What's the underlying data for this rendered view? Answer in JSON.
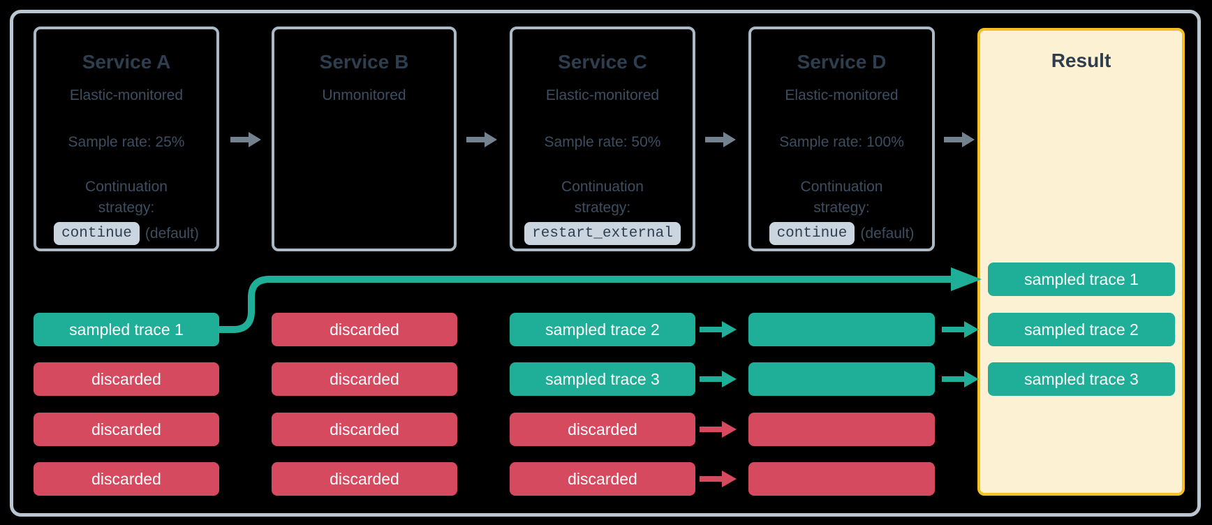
{
  "colors": {
    "background": "#000000",
    "frame_border": "#bac6d2",
    "box_border": "#abb9c7",
    "heading_text": "#2e3e4f",
    "body_text": "#3d4e60",
    "badge_bg": "#cbd5e0",
    "badge_text": "#2e3e4f",
    "result_bg": "#fcf1d3",
    "result_border": "#f3c125",
    "sampled": "#1fae97",
    "discarded": "#d64a60",
    "flow_arrow": "#74828f",
    "bar_text": "#ffffff"
  },
  "services": [
    {
      "title": "Service A",
      "monitoring": "Elastic-monitored",
      "sample_rate": "Sample rate: 25%",
      "strategy_label": "Continuation strategy:",
      "strategy_code": "continue",
      "strategy_note": "(default)"
    },
    {
      "title": "Service B",
      "monitoring": "Unmonitored"
    },
    {
      "title": "Service C",
      "monitoring": "Elastic-monitored",
      "sample_rate": "Sample rate: 50%",
      "strategy_label": "Continuation strategy:",
      "strategy_code": "restart_external",
      "strategy_note": ""
    },
    {
      "title": "Service D",
      "monitoring": "Elastic-monitored",
      "sample_rate": "Sample rate: 100%",
      "strategy_label": "Continuation strategy:",
      "strategy_code": "continue",
      "strategy_note": "(default)"
    }
  ],
  "result": {
    "title": "Result",
    "traces": [
      {
        "label": "sampled trace 1",
        "type": "sampled"
      },
      {
        "label": "sampled trace 2",
        "type": "sampled"
      },
      {
        "label": "sampled trace 3",
        "type": "sampled"
      }
    ]
  },
  "trace_rows": {
    "service_a": [
      {
        "label": "sampled trace 1",
        "type": "sampled"
      },
      {
        "label": "discarded",
        "type": "discarded"
      },
      {
        "label": "discarded",
        "type": "discarded"
      },
      {
        "label": "discarded",
        "type": "discarded"
      }
    ],
    "service_b": [
      {
        "label": "discarded",
        "type": "discarded"
      },
      {
        "label": "discarded",
        "type": "discarded"
      },
      {
        "label": "discarded",
        "type": "discarded"
      },
      {
        "label": "discarded",
        "type": "discarded"
      }
    ],
    "service_c": [
      {
        "label": "sampled trace 2",
        "type": "sampled"
      },
      {
        "label": "sampled trace 3",
        "type": "sampled"
      },
      {
        "label": "discarded",
        "type": "discarded"
      },
      {
        "label": "discarded",
        "type": "discarded"
      }
    ],
    "service_d": [
      {
        "label": "",
        "type": "sampled"
      },
      {
        "label": "",
        "type": "sampled"
      },
      {
        "label": "",
        "type": "discarded"
      },
      {
        "label": "",
        "type": "discarded"
      }
    ]
  }
}
